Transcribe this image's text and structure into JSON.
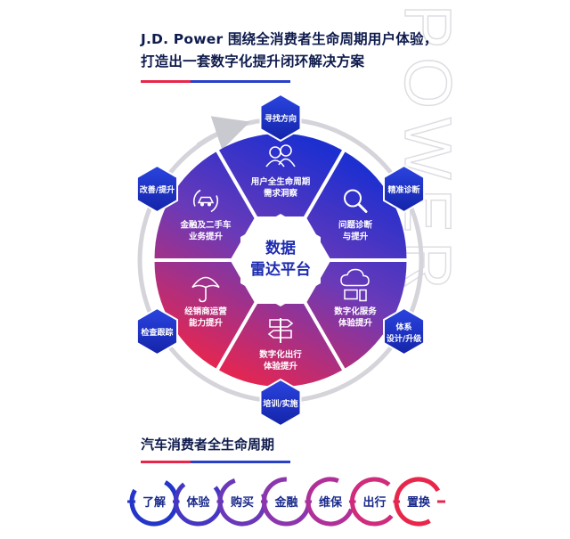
{
  "watermark": "POWER",
  "header": {
    "line1": "J.D. Power 围绕全消费者生命周期用户体验，",
    "line2": "打造出一套数字化提升闭环解决方案"
  },
  "center": {
    "line1": "数据",
    "line2": "雷达平台"
  },
  "segments": [
    {
      "icon": "users-icon",
      "line1": "用户全生命周期",
      "line2": "需求洞察"
    },
    {
      "icon": "magnifier-icon",
      "line1": "问题诊断",
      "line2": "与提升"
    },
    {
      "icon": "cloud-devices-icon",
      "line1": "数字化服务",
      "line2": "体验提升"
    },
    {
      "icon": "signpost-icon",
      "line1": "数字化出行",
      "line2": "体验提升"
    },
    {
      "icon": "umbrella-icon",
      "line1": "经销商运营",
      "line2": "能力提升"
    },
    {
      "icon": "car-cycle-icon",
      "line1": "金融及二手车",
      "line2": "业务提升"
    }
  ],
  "cycle_steps": [
    {
      "line1": "寻找方向",
      "line2": ""
    },
    {
      "line1": "精准诊断",
      "line2": ""
    },
    {
      "line1": "体系",
      "line2": "设计/升级"
    },
    {
      "line1": "培训/实施",
      "line2": ""
    },
    {
      "line1": "检查跟踪",
      "line2": ""
    },
    {
      "line1": "改善/提升",
      "line2": ""
    }
  ],
  "lifecycle": {
    "title": "汽车消费者全生命周期",
    "stages": [
      "了解",
      "体验",
      "购买",
      "金融",
      "维保",
      "出行",
      "置换"
    ]
  },
  "colors": {
    "navy": "#0e1b4d",
    "blue": "#2336c9",
    "purple": "#7a3bb0",
    "red": "#e8264b",
    "watermark": "#e6e6ea"
  }
}
